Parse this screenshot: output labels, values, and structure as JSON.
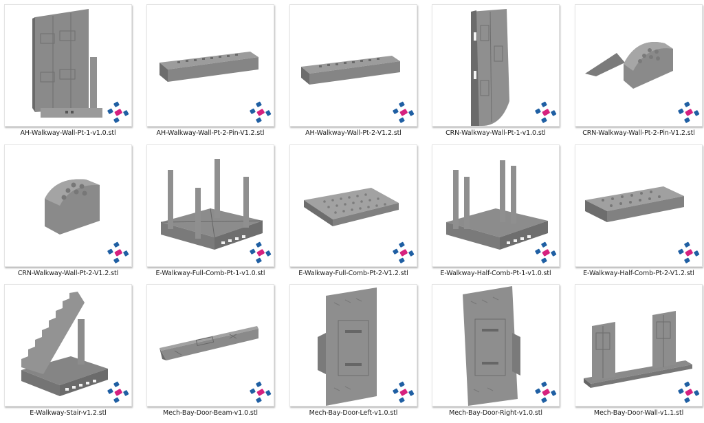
{
  "view": "file-thumbnail-grid",
  "logo_icon": {
    "name": "brand-logo-icon",
    "colors": {
      "blue": "#1f5fa3",
      "magenta": "#d6217e"
    }
  },
  "model_color": "#8e8e8e",
  "files": [
    {
      "name": "AH-Walkway-Wall-Pt-1-v1.0.stl",
      "shape": "tall-wall"
    },
    {
      "name": "AH-Walkway-Wall-Pt-2-Pin-V1.2.stl",
      "shape": "long-bar"
    },
    {
      "name": "AH-Walkway-Wall-Pt-2-V1.2.stl",
      "shape": "long-bar"
    },
    {
      "name": "CRN-Walkway-Wall-Pt-1-v1.0.stl",
      "shape": "curved-tall-wall"
    },
    {
      "name": "CRN-Walkway-Wall-Pt-2-Pin-V1.2.stl",
      "shape": "corner-block-pin"
    },
    {
      "name": "CRN-Walkway-Wall-Pt-2-V1.2.stl",
      "shape": "corner-block"
    },
    {
      "name": "E-Walkway-Full-Comb-Pt-1-v1.0.stl",
      "shape": "base-with-4-pillars"
    },
    {
      "name": "E-Walkway-Full-Comb-Pt-2-V1.2.stl",
      "shape": "grid-plate"
    },
    {
      "name": "E-Walkway-Half-Comb-Pt-1-v1.0.stl",
      "shape": "base-with-4-pillars"
    },
    {
      "name": "E-Walkway-Half-Comb-Pt-2-V1.2.stl",
      "shape": "grid-bar"
    },
    {
      "name": "E-Walkway-Stair-v1.2.stl",
      "shape": "stair"
    },
    {
      "name": "Mech-Bay-Door-Beam-v1.0.stl",
      "shape": "beam"
    },
    {
      "name": "Mech-Bay-Door-Left-v1.0.stl",
      "shape": "door-panel"
    },
    {
      "name": "Mech-Bay-Door-Right-v1.0.stl",
      "shape": "door-panel"
    },
    {
      "name": "Mech-Bay-Door-Wall-v1.1.stl",
      "shape": "u-wall"
    }
  ]
}
